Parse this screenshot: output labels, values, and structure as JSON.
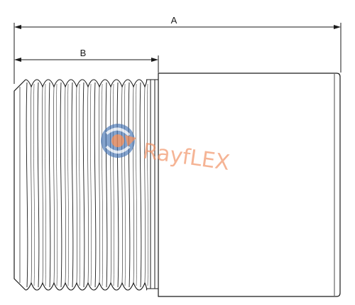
{
  "dimensions": {
    "a_label": "A",
    "b_label": "B"
  },
  "watermark": {
    "brand_text": "RayfLEX",
    "colors": {
      "logo_blue": "#3f6fb0",
      "logo_orange": "#f0864f",
      "brand_text": "#f08a5a"
    }
  },
  "colors": {
    "line": "#1a1a1a",
    "background": "#ffffff"
  }
}
